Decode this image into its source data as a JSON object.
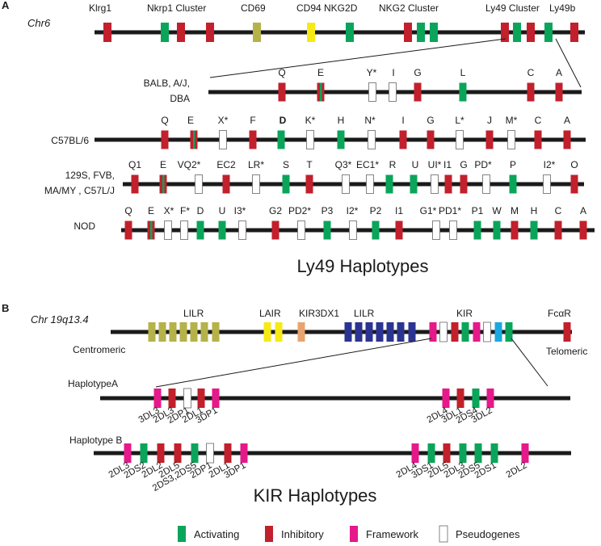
{
  "colors": {
    "activating": "#0aa55a",
    "inhibitory": "#c2202c",
    "framework": "#e5198a",
    "pseudogene": "#ffffff",
    "olive": "#b5b24a",
    "yellow": "#f6ea16",
    "navy": "#2b3491",
    "cyan": "#1ba8e0",
    "orange": "#e9a36f",
    "chromosome": "#1a1a1a"
  },
  "panel_a": {
    "letter": "A",
    "chromosome": {
      "label": "Chr6",
      "loci": [
        {
          "label": "Klrg1"
        },
        {
          "label": "Nkrp1 Cluster"
        },
        {
          "label": "CD69"
        },
        {
          "label": "CD94 NKG2D"
        },
        {
          "label": "NKG2 Cluster"
        },
        {
          "label": "Ly49 Cluster"
        },
        {
          "label": "Ly49b"
        }
      ],
      "genes": [
        "inhibitory",
        "activating",
        "inhibitory",
        "inhibitory",
        "olive",
        "yellow",
        "activating",
        "inhibitory",
        "activating",
        "activating",
        "inhibitory",
        "activating",
        "inhibitory",
        "activating",
        "inhibitory"
      ]
    },
    "haplotypes": [
      {
        "label_lines": [
          "BALB, A/J,",
          "DBA"
        ],
        "genes": [
          {
            "name": "Q",
            "type": "inhibitory"
          },
          {
            "name": "E",
            "type": "split"
          },
          {
            "name": "Y*",
            "type": "pseudogene"
          },
          {
            "name": "I",
            "type": "pseudogene"
          },
          {
            "name": "G",
            "type": "inhibitory"
          },
          {
            "name": "L",
            "type": "activating"
          },
          {
            "name": "C",
            "type": "inhibitory"
          },
          {
            "name": "A",
            "type": "inhibitory"
          }
        ]
      },
      {
        "label_lines": [
          "C57BL/6"
        ],
        "genes": [
          {
            "name": "Q",
            "type": "inhibitory"
          },
          {
            "name": "E",
            "type": "split"
          },
          {
            "name": "X*",
            "type": "pseudogene"
          },
          {
            "name": "F",
            "type": "inhibitory"
          },
          {
            "name": "D",
            "type": "activating"
          },
          {
            "name": "K*",
            "type": "pseudogene"
          },
          {
            "name": "H",
            "type": "activating"
          },
          {
            "name": "N*",
            "type": "pseudogene"
          },
          {
            "name": "I",
            "type": "inhibitory"
          },
          {
            "name": "G",
            "type": "inhibitory"
          },
          {
            "name": "L*",
            "type": "pseudogene"
          },
          {
            "name": "J",
            "type": "inhibitory"
          },
          {
            "name": "M*",
            "type": "pseudogene"
          },
          {
            "name": "C",
            "type": "inhibitory"
          },
          {
            "name": "A",
            "type": "inhibitory"
          }
        ]
      },
      {
        "label_lines": [
          "129S, FVB,",
          "MA/MY , C57L/J"
        ],
        "genes": [
          {
            "name": "Q1",
            "type": "inhibitory"
          },
          {
            "name": "E",
            "type": "split"
          },
          {
            "name": "VQ2*",
            "type": "pseudogene"
          },
          {
            "name": "EC2",
            "type": "inhibitory"
          },
          {
            "name": "LR*",
            "type": "pseudogene"
          },
          {
            "name": "S",
            "type": "activating"
          },
          {
            "name": "T",
            "type": "inhibitory"
          },
          {
            "name": "Q3*",
            "type": "pseudogene"
          },
          {
            "name": "EC1*",
            "type": "pseudogene"
          },
          {
            "name": "R",
            "type": "activating"
          },
          {
            "name": "U",
            "type": "activating"
          },
          {
            "name": "UI*",
            "type": "pseudogene"
          },
          {
            "name": "I1",
            "type": "inhibitory"
          },
          {
            "name": "G",
            "type": "inhibitory"
          },
          {
            "name": "PD*",
            "type": "pseudogene"
          },
          {
            "name": "P",
            "type": "activating"
          },
          {
            "name": "I2*",
            "type": "pseudogene"
          },
          {
            "name": "O",
            "type": "inhibitory"
          }
        ]
      },
      {
        "label_lines": [
          "NOD"
        ],
        "genes": [
          {
            "name": "Q",
            "type": "inhibitory"
          },
          {
            "name": "E",
            "type": "split"
          },
          {
            "name": "X*",
            "type": "pseudogene"
          },
          {
            "name": "F*",
            "type": "pseudogene"
          },
          {
            "name": "D",
            "type": "activating"
          },
          {
            "name": "U",
            "type": "activating"
          },
          {
            "name": "I3*",
            "type": "pseudogene"
          },
          {
            "name": "G2",
            "type": "inhibitory"
          },
          {
            "name": "PD2*",
            "type": "pseudogene"
          },
          {
            "name": "P3",
            "type": "activating"
          },
          {
            "name": "I2*",
            "type": "pseudogene"
          },
          {
            "name": "P2",
            "type": "activating"
          },
          {
            "name": "I1",
            "type": "inhibitory"
          },
          {
            "name": "G1*",
            "type": "pseudogene"
          },
          {
            "name": "PD1*",
            "type": "pseudogene"
          },
          {
            "name": "P1",
            "type": "activating"
          },
          {
            "name": "W",
            "type": "activating"
          },
          {
            "name": "M",
            "type": "inhibitory"
          },
          {
            "name": "H",
            "type": "activating"
          },
          {
            "name": "C",
            "type": "inhibitory"
          },
          {
            "name": "A",
            "type": "inhibitory"
          }
        ]
      }
    ],
    "title": "Ly49 Haplotypes"
  },
  "panel_b": {
    "letter": "B",
    "chromosome": {
      "label": "Chr 19q13.4",
      "loci": [
        {
          "label": "LILR"
        },
        {
          "label": "LAIR"
        },
        {
          "label": "KIR3DX1"
        },
        {
          "label": "LILR"
        },
        {
          "label": "KIR"
        },
        {
          "label": "FcαR"
        }
      ],
      "left_end": "Centromeric",
      "right_end": "Telomeric",
      "genes": [
        "olive",
        "olive",
        "olive",
        "olive",
        "olive",
        "olive",
        "olive",
        "yellow",
        "yellow",
        "orange",
        "navy",
        "navy",
        "navy",
        "navy",
        "navy",
        "navy",
        "navy",
        "framework",
        "pseudogene",
        "inhibitory",
        "activating",
        "framework",
        "pseudogene",
        "cyan",
        "activating",
        "inhibitory"
      ]
    },
    "haplotypes": [
      {
        "label": "HaplotypeA",
        "genes": [
          {
            "name": "3DL3",
            "type": "framework"
          },
          {
            "name": "2DL3",
            "type": "inhibitory"
          },
          {
            "name": "2DP1",
            "type": "pseudogene"
          },
          {
            "name": "2DL1",
            "type": "inhibitory"
          },
          {
            "name": "3DP1",
            "type": "framework"
          },
          {
            "name": "2DL4",
            "type": "framework"
          },
          {
            "name": "3DL1",
            "type": "inhibitory"
          },
          {
            "name": "2DS4",
            "type": "activating"
          },
          {
            "name": "3DL2",
            "type": "framework"
          }
        ]
      },
      {
        "label": "Haplotype B",
        "genes": [
          {
            "name": "2DL3",
            "type": "framework"
          },
          {
            "name": "2DS2",
            "type": "activating"
          },
          {
            "name": "2DL2",
            "type": "inhibitory"
          },
          {
            "name": "2DL5",
            "type": "inhibitory"
          },
          {
            "name": "2DS3,2DS5",
            "type": "activating"
          },
          {
            "name": "2DP1",
            "type": "pseudogene"
          },
          {
            "name": "2DL1",
            "type": "inhibitory"
          },
          {
            "name": "3DP1",
            "type": "framework"
          },
          {
            "name": "2DL4",
            "type": "framework"
          },
          {
            "name": "3DS1",
            "type": "activating"
          },
          {
            "name": "2DL5",
            "type": "inhibitory"
          },
          {
            "name": "2DL3",
            "type": "activating"
          },
          {
            "name": "2DS5",
            "type": "activating"
          },
          {
            "name": "2DS1",
            "type": "activating"
          },
          {
            "name": "2DL2",
            "type": "framework"
          }
        ]
      }
    ],
    "title": "KIR Haplotypes"
  },
  "legend": [
    {
      "label": "Activating",
      "type": "activating"
    },
    {
      "label": "Inhibitory",
      "type": "inhibitory"
    },
    {
      "label": "Framework",
      "type": "framework"
    },
    {
      "label": "Pseudogenes",
      "type": "pseudogene"
    }
  ]
}
